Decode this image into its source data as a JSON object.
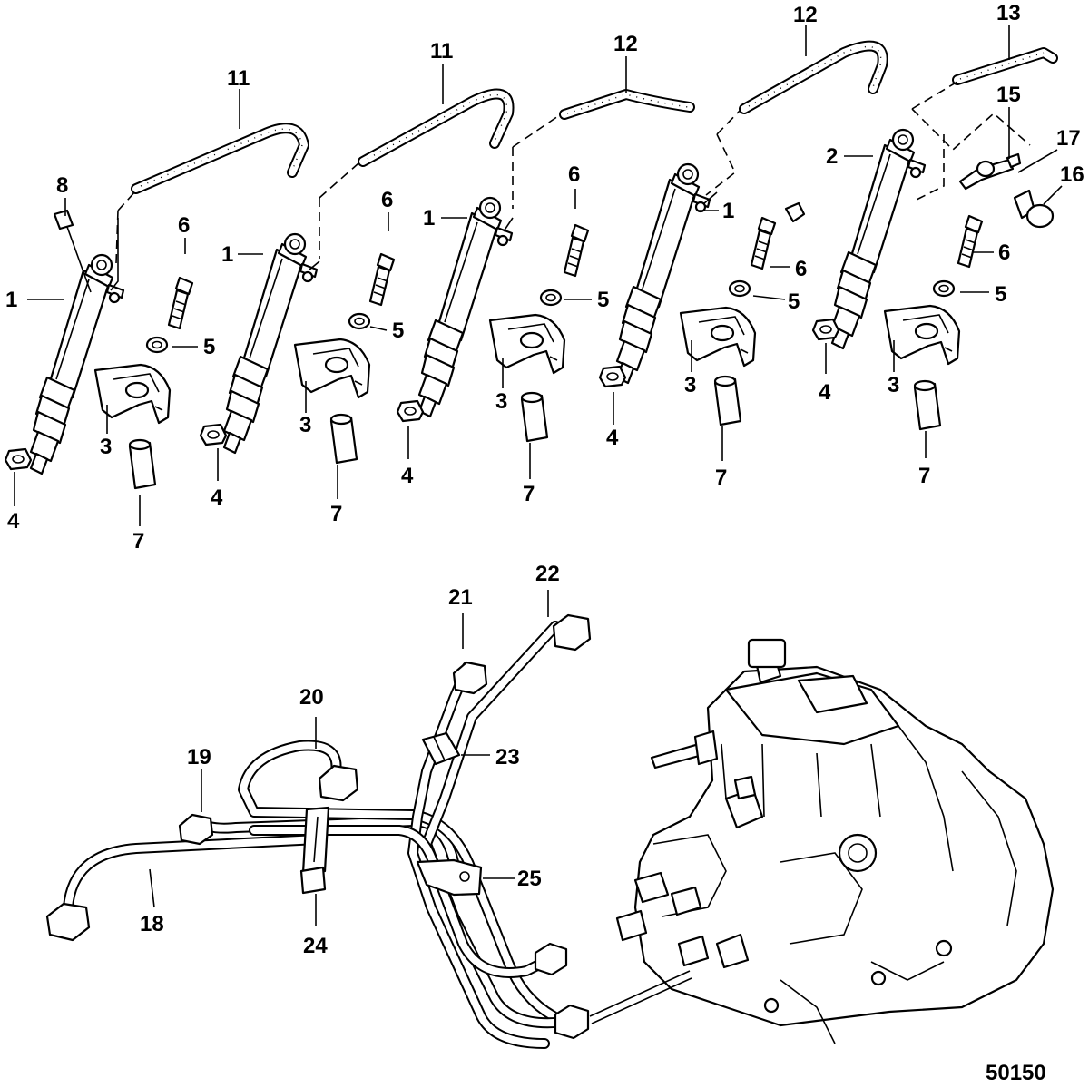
{
  "figure_number": "50150",
  "callouts": [
    {
      "id": "c1a",
      "text": "1"
    },
    {
      "id": "c1b",
      "text": "1"
    },
    {
      "id": "c1c",
      "text": "1"
    },
    {
      "id": "c1d",
      "text": "1"
    },
    {
      "id": "c2",
      "text": "2"
    },
    {
      "id": "c3a",
      "text": "3"
    },
    {
      "id": "c3b",
      "text": "3"
    },
    {
      "id": "c3c",
      "text": "3"
    },
    {
      "id": "c3d",
      "text": "3"
    },
    {
      "id": "c3e",
      "text": "3"
    },
    {
      "id": "c4a",
      "text": "4"
    },
    {
      "id": "c4b",
      "text": "4"
    },
    {
      "id": "c4c",
      "text": "4"
    },
    {
      "id": "c4d",
      "text": "4"
    },
    {
      "id": "c4e",
      "text": "4"
    },
    {
      "id": "c5a",
      "text": "5"
    },
    {
      "id": "c5b",
      "text": "5"
    },
    {
      "id": "c5c",
      "text": "5"
    },
    {
      "id": "c5d",
      "text": "5"
    },
    {
      "id": "c5e",
      "text": "5"
    },
    {
      "id": "c6a",
      "text": "6"
    },
    {
      "id": "c6b",
      "text": "6"
    },
    {
      "id": "c6c",
      "text": "6"
    },
    {
      "id": "c6d",
      "text": "6"
    },
    {
      "id": "c6e",
      "text": "6"
    },
    {
      "id": "c7a",
      "text": "7"
    },
    {
      "id": "c7b",
      "text": "7"
    },
    {
      "id": "c7c",
      "text": "7"
    },
    {
      "id": "c7d",
      "text": "7"
    },
    {
      "id": "c7e",
      "text": "7"
    },
    {
      "id": "c8",
      "text": "8"
    },
    {
      "id": "c11a",
      "text": "11"
    },
    {
      "id": "c11b",
      "text": "11"
    },
    {
      "id": "c12a",
      "text": "12"
    },
    {
      "id": "c12b",
      "text": "12"
    },
    {
      "id": "c13",
      "text": "13"
    },
    {
      "id": "c15",
      "text": "15"
    },
    {
      "id": "c16",
      "text": "16"
    },
    {
      "id": "c17",
      "text": "17"
    },
    {
      "id": "c18",
      "text": "18"
    },
    {
      "id": "c19",
      "text": "19"
    },
    {
      "id": "c20",
      "text": "20"
    },
    {
      "id": "c21",
      "text": "21"
    },
    {
      "id": "c22",
      "text": "22"
    },
    {
      "id": "c23",
      "text": "23"
    },
    {
      "id": "c24",
      "text": "24"
    },
    {
      "id": "c25",
      "text": "25"
    }
  ]
}
